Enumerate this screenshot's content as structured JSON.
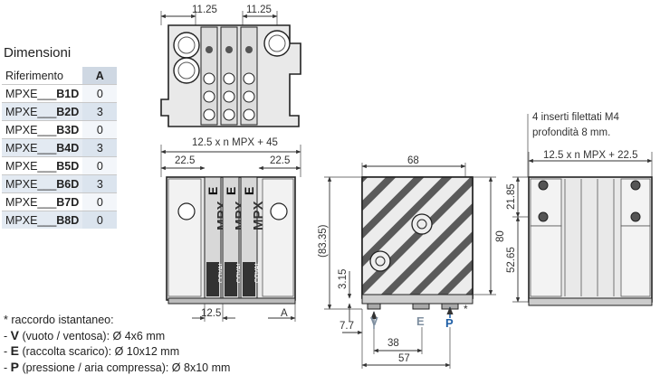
{
  "table": {
    "title": "Dimensioni",
    "header_ref": "Riferimento",
    "header_a": "A",
    "rows": [
      {
        "prefix": "MPXE___",
        "code": "B1D",
        "a": "0"
      },
      {
        "prefix": "MPXE___",
        "code": "B2D",
        "a": "3"
      },
      {
        "prefix": "MPXE___",
        "code": "B3D",
        "a": "0"
      },
      {
        "prefix": "MPXE___",
        "code": "B4D",
        "a": "3"
      },
      {
        "prefix": "MPXE___",
        "code": "B5D",
        "a": "0"
      },
      {
        "prefix": "MPXE___",
        "code": "B6D",
        "a": "3"
      },
      {
        "prefix": "MPXE___",
        "code": "B7D",
        "a": "0"
      },
      {
        "prefix": "MPXE___",
        "code": "B8D",
        "a": "0"
      }
    ]
  },
  "legend": {
    "title": "* raccordo istantaneo:",
    "items": [
      {
        "letter": "V",
        "text": "(vuoto / ventosa): Ø 4x6 mm"
      },
      {
        "letter": "E",
        "text": "(raccolta scarico): Ø 10x12 mm"
      },
      {
        "letter": "P",
        "text": "(pressione / aria compressa): Ø 8x10 mm"
      }
    ]
  },
  "top_view": {
    "dim_left": "11.25",
    "dim_right": "11.25"
  },
  "front_view": {
    "dim_overall": "12.5 x n MPX + 45",
    "dim_left": "22.5",
    "dim_right": "22.5",
    "dim_bottom": "12.5",
    "dim_a": "A",
    "module_label": "MPX",
    "module_letter": "E",
    "brand": "COVAL"
  },
  "side_view": {
    "dim_width": "68",
    "dim_height": "80",
    "dim_height_ref": "(83.35)",
    "dim_base": "3.15",
    "dim_7_7": "7.7",
    "dim_38": "38",
    "dim_57": "57",
    "port_v": "V",
    "port_e": "E",
    "port_p": "P",
    "star": "*"
  },
  "back_view": {
    "note_line1": "4 inserti filettati M4",
    "note_line2": "profondità 8 mm.",
    "dim_overall": "12.5 x n MPX + 22.5",
    "dim_upper": "21.85",
    "dim_lower": "52.65"
  },
  "colors": {
    "accent_blue": "#1f5fa6",
    "port_grey": "#7f8fa0",
    "table_header": "#cfd8e3"
  }
}
